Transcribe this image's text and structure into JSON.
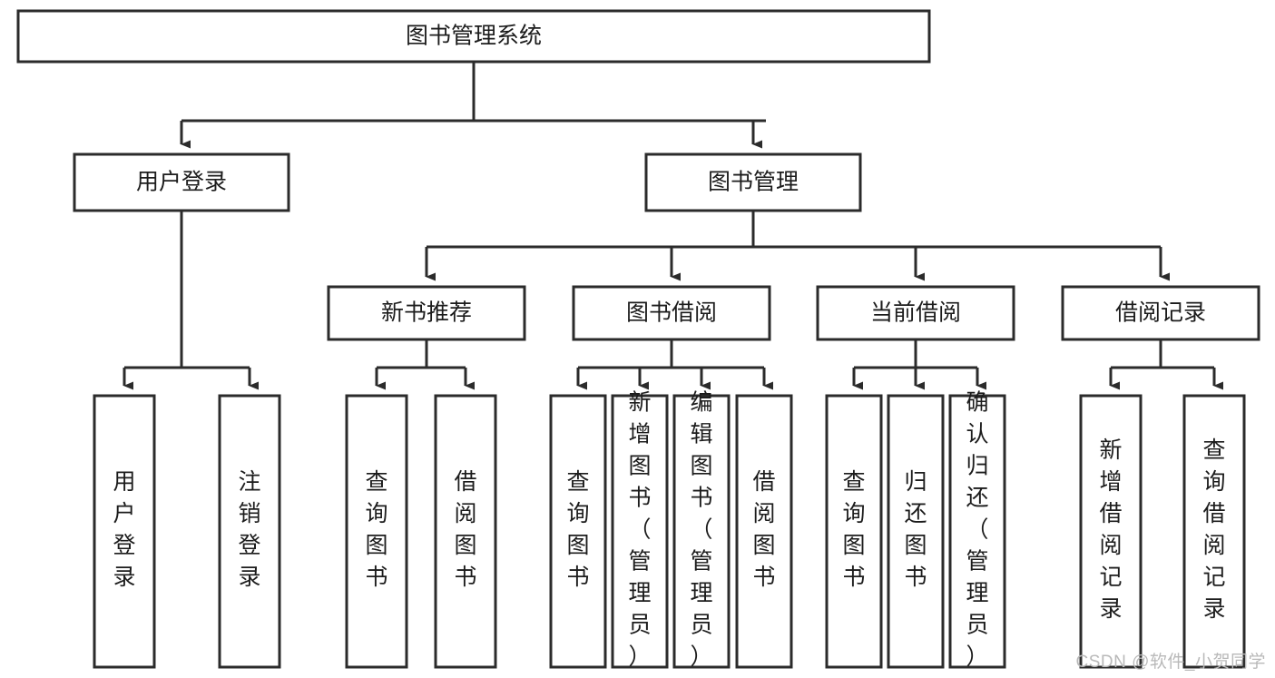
{
  "diagram": {
    "type": "tree",
    "title": "图书管理系统",
    "orientation": "top-down",
    "colors": {
      "box_fill": "#ffffff",
      "box_stroke": "#2b2b2b",
      "connector": "#2b2b2b",
      "text": "#1c1c1c",
      "watermark": "#b9b9b9",
      "background": "#ffffff"
    },
    "root": {
      "label": "图书管理系统",
      "orientation": "horizontal"
    },
    "level2": [
      {
        "label": "用户登录",
        "orientation": "horizontal"
      },
      {
        "label": "图书管理",
        "orientation": "horizontal"
      }
    ],
    "level3": [
      {
        "label": "新书推荐",
        "orientation": "horizontal"
      },
      {
        "label": "图书借阅",
        "orientation": "horizontal"
      },
      {
        "label": "当前借阅",
        "orientation": "horizontal"
      },
      {
        "label": "借阅记录",
        "orientation": "horizontal"
      }
    ],
    "leaves": {
      "user_login": [
        {
          "label": "用户登录",
          "orientation": "vertical"
        },
        {
          "label": "注销登录",
          "orientation": "vertical"
        }
      ],
      "new_book_recommend": [
        {
          "label": "查询图书",
          "orientation": "vertical"
        },
        {
          "label": "借阅图书",
          "orientation": "vertical"
        }
      ],
      "book_borrow": [
        {
          "label": "查询图书",
          "orientation": "vertical"
        },
        {
          "label": "新增图书（管理员）",
          "orientation": "vertical"
        },
        {
          "label": "编辑图书（管理员）",
          "orientation": "vertical"
        },
        {
          "label": "借阅图书",
          "orientation": "vertical"
        }
      ],
      "current_borrow": [
        {
          "label": "查询图书",
          "orientation": "vertical"
        },
        {
          "label": "归还图书",
          "orientation": "vertical"
        },
        {
          "label": "确认归还（管理员）",
          "orientation": "vertical"
        }
      ],
      "borrow_record": [
        {
          "label": "新增借阅记录",
          "orientation": "vertical"
        },
        {
          "label": "查询借阅记录",
          "orientation": "vertical"
        }
      ]
    },
    "watermark": "CSDN @软件_小贺同学"
  }
}
